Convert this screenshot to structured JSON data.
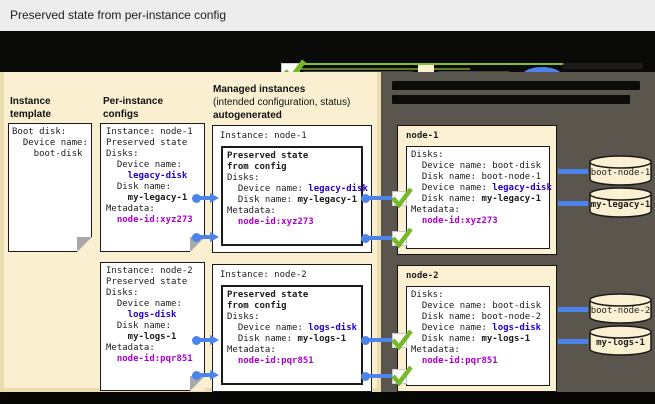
{
  "title": "Preserved state from per-instance config",
  "columns": {
    "template": {
      "l1": "Instance",
      "l2": "template"
    },
    "configs": {
      "l1": "Per-instance",
      "l2": "configs"
    },
    "managed": {
      "l1": "Managed instances",
      "l2": "(intended configuration, status)",
      "l3": "autogenerated"
    }
  },
  "template_box": {
    "boot": "Boot disk:",
    "device_label": "  Device name:",
    "device_value": "    boot-disk"
  },
  "per_instance": [
    {
      "instance": "Instance: node-1",
      "preserved": "Preserved state",
      "disks": "Disks:",
      "device_label": "  Device name:",
      "device": "    legacy-disk",
      "disk_label": "  Disk name:",
      "disk": "    my-legacy-1",
      "meta_label": "Metadata:",
      "meta": "  node-id:xyz273"
    },
    {
      "instance": "Instance: node-2",
      "preserved": "Preserved state",
      "disks": "Disks:",
      "device_label": "  Device name:",
      "device": "    logs-disk",
      "disk_label": "  Disk name:",
      "disk": "    my-logs-1",
      "meta_label": "Metadata:",
      "meta": "  node-id:pqr851"
    }
  ],
  "managed": [
    {
      "title": "Instance: node-1",
      "p1": "Preserved state",
      "p2": "from config",
      "disks": "Disks:",
      "device_label": "  Device name: ",
      "device": "legacy-disk",
      "disk_label": "  Disk name: ",
      "disk": "my-legacy-1",
      "meta_label": "Metadata:",
      "meta": "  node-id:xyz273"
    },
    {
      "title": "Instance: node-2",
      "p1": "Preserved state",
      "p2": "from config",
      "disks": "Disks:",
      "device_label": "  Device name: ",
      "device": "logs-disk",
      "disk_label": "  Disk name: ",
      "disk": "my-logs-1",
      "meta_label": "Metadata:",
      "meta": "  node-id:pqr851"
    }
  ],
  "vms": [
    {
      "title": "node-1",
      "disks": "Disks:",
      "boot_device": "  Device name: boot-disk",
      "boot_disk": "  Disk name: boot-node-1",
      "device_label": "  Device name: ",
      "device": "legacy-disk",
      "disk_label": "  Disk name: ",
      "disk": "my-legacy-1",
      "meta_label": "Metadata:",
      "meta": "  node-id:xyz273",
      "volumes": {
        "boot": "boot-node-1",
        "stateful": "my-legacy-1"
      }
    },
    {
      "title": "node-2",
      "disks": "Disks:",
      "boot_device": "  Device name: boot-disk",
      "boot_disk": "  Disk name: boot-node-2",
      "device_label": "  Device name: ",
      "device": "logs-disk",
      "disk_label": "  Disk name: ",
      "disk": "my-logs-1",
      "meta_label": "Metadata:",
      "meta": "  node-id:pqr851",
      "volumes": {
        "boot": "boot-node-2",
        "stateful": "my-logs-1"
      }
    }
  ],
  "colors": {
    "accent_blue_text": "#2200cc",
    "accent_magenta_text": "#aa00cc",
    "connector_blue": "#4c84ec",
    "check_green": "#76b82a",
    "panel_beige": "#faf0d1",
    "panel_dark": "#5a564e"
  },
  "icons": {
    "legend_check": "check-icon",
    "legend_config_swatch": "config-swatch",
    "legend_disk_oval": "disk-oval",
    "card_check": "applied-check-icon"
  }
}
